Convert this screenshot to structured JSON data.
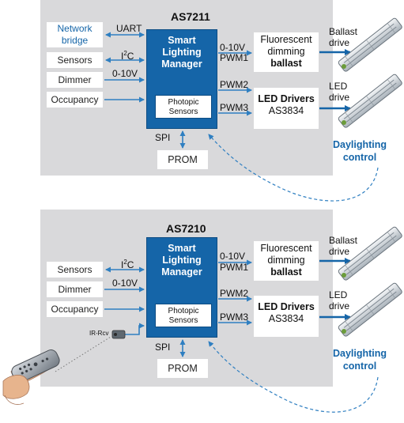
{
  "diagrams": [
    {
      "chip": "AS7211",
      "manager_line1": "Smart",
      "manager_line2": "Lighting",
      "manager_line3": "Manager",
      "photopic_line1": "Photopic",
      "photopic_line2": "Sensors",
      "inputs": [
        {
          "line1": "Network",
          "line2": "bridge",
          "bus": "UART"
        },
        {
          "line1": "Sensors",
          "bus": "I2C"
        },
        {
          "line1": "Dimmer",
          "bus": "0-10V"
        },
        {
          "line1": "Occupancy"
        }
      ],
      "spi": "SPI",
      "prom": "PROM",
      "out_0_10v": "0-10V",
      "pwm1": "PWM1",
      "pwm2": "PWM2",
      "pwm3": "PWM3",
      "ballast_line1": "Fluorescent",
      "ballast_line2": "dimming",
      "ballast_line3": "ballast",
      "led_line1": "LED Drivers",
      "led_line2": "AS3834",
      "ballast_drive_line1": "Ballast",
      "ballast_drive_line2": "drive",
      "led_drive_line1": "LED",
      "led_drive_line2": "drive",
      "daylight_line1": "Daylighting",
      "daylight_line2": "control"
    },
    {
      "chip": "AS7210",
      "manager_line1": "Smart",
      "manager_line2": "Lighting",
      "manager_line3": "Manager",
      "photopic_line1": "Photopic",
      "photopic_line2": "Sensors",
      "inputs": [
        {
          "line1": "Sensors",
          "bus": "I2C"
        },
        {
          "line1": "Dimmer",
          "bus": "0-10V"
        },
        {
          "line1": "Occupancy"
        }
      ],
      "ir_rcv": "IR-Rcv",
      "spi": "SPI",
      "prom": "PROM",
      "out_0_10v": "0-10V",
      "pwm1": "PWM1",
      "pwm2": "PWM2",
      "pwm3": "PWM3",
      "ballast_line1": "Fluorescent",
      "ballast_line2": "dimming",
      "ballast_line3": "ballast",
      "led_line1": "LED Drivers",
      "led_line2": "AS3834",
      "ballast_drive_line1": "Ballast",
      "ballast_drive_line2": "drive",
      "led_drive_line1": "LED",
      "led_drive_line2": "drive",
      "daylight_line1": "Daylighting",
      "daylight_line2": "control"
    }
  ],
  "colors": {
    "accent": "#1565a8",
    "panel": "#d9d9db",
    "arrow": "#3a86c8"
  }
}
